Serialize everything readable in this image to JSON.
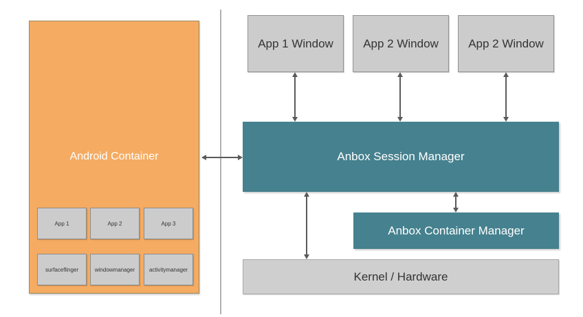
{
  "diagram": {
    "android_container": {
      "label": "Android Container",
      "apps": [
        "App 1",
        "App 2",
        "App 3"
      ],
      "services": [
        "surfaceflinger",
        "windowmanager",
        "activitymanager"
      ]
    },
    "app_windows": [
      "App 1 Window",
      "App 2 Window",
      "App 2 Window"
    ],
    "session_manager_label": "Anbox Session Manager",
    "container_manager_label": "Anbox Container Manager",
    "kernel_label": "Kernel / Hardware",
    "colors": {
      "container_fill": "#f5ab62",
      "manager_fill": "#45818e",
      "gray_fill": "#cccccc",
      "arrow": "#5a5a5a",
      "white_text": "#ffffff",
      "dark_text": "#333333"
    }
  }
}
